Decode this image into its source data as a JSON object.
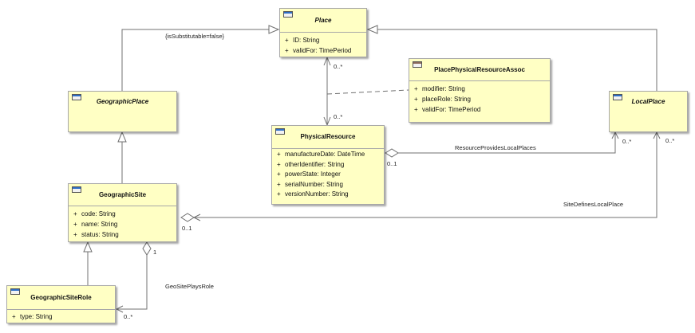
{
  "classes": {
    "place": {
      "name": "Place",
      "attributes": [
        {
          "vis": "+",
          "text": "ID: String"
        },
        {
          "vis": "+",
          "text": "validFor: TimePeriod"
        }
      ]
    },
    "assoc": {
      "name": "PlacePhysicalResourceAssoc",
      "attributes": [
        {
          "vis": "+",
          "text": "modifier: String"
        },
        {
          "vis": "+",
          "text": "placeRole: String"
        },
        {
          "vis": "+",
          "text": "validFor: TimePeriod"
        }
      ]
    },
    "geographic_place": {
      "name": "GeographicPlace",
      "attributes": []
    },
    "local_place": {
      "name": "LocalPlace",
      "attributes": []
    },
    "physical_resource": {
      "name": "PhysicalResource",
      "attributes": [
        {
          "vis": "+",
          "text": "manufactureDate: DateTime"
        },
        {
          "vis": "+",
          "text": "otherIdentifier: String"
        },
        {
          "vis": "+",
          "text": "powerState: Integer"
        },
        {
          "vis": "+",
          "text": "serialNumber: String"
        },
        {
          "vis": "+",
          "text": "versionNumber: String"
        }
      ]
    },
    "geographic_site": {
      "name": "GeographicSite",
      "attributes": [
        {
          "vis": "+",
          "text": "code: String"
        },
        {
          "vis": "+",
          "text": "name: String"
        },
        {
          "vis": "+",
          "text": "status: String"
        }
      ]
    },
    "geographic_site_role": {
      "name": "GeographicSiteRole",
      "attributes": [
        {
          "vis": "+",
          "text": "type: String"
        }
      ]
    }
  },
  "labels": {
    "constraint": "{isSubstitutable=false}",
    "mult_place_pr_top": "0..*",
    "mult_place_pr_bottom": "0..*",
    "assoc_resource_local": "ResourceProvidesLocalPlaces",
    "mult_pr_local_src": "0..1",
    "mult_pr_local_dst": "0..*",
    "mult_local_site": "0..*",
    "assoc_site_local": "SiteDefinesLocalPlace",
    "mult_site_local_src": "0..1",
    "mult_site_role_src": "1",
    "assoc_site_role": "GeoSitePlaysRole",
    "mult_site_role_dst": "0..*"
  },
  "colors": {
    "class_fill": "#ffffc4",
    "border": "#a8a8a8",
    "line": "#707070"
  }
}
